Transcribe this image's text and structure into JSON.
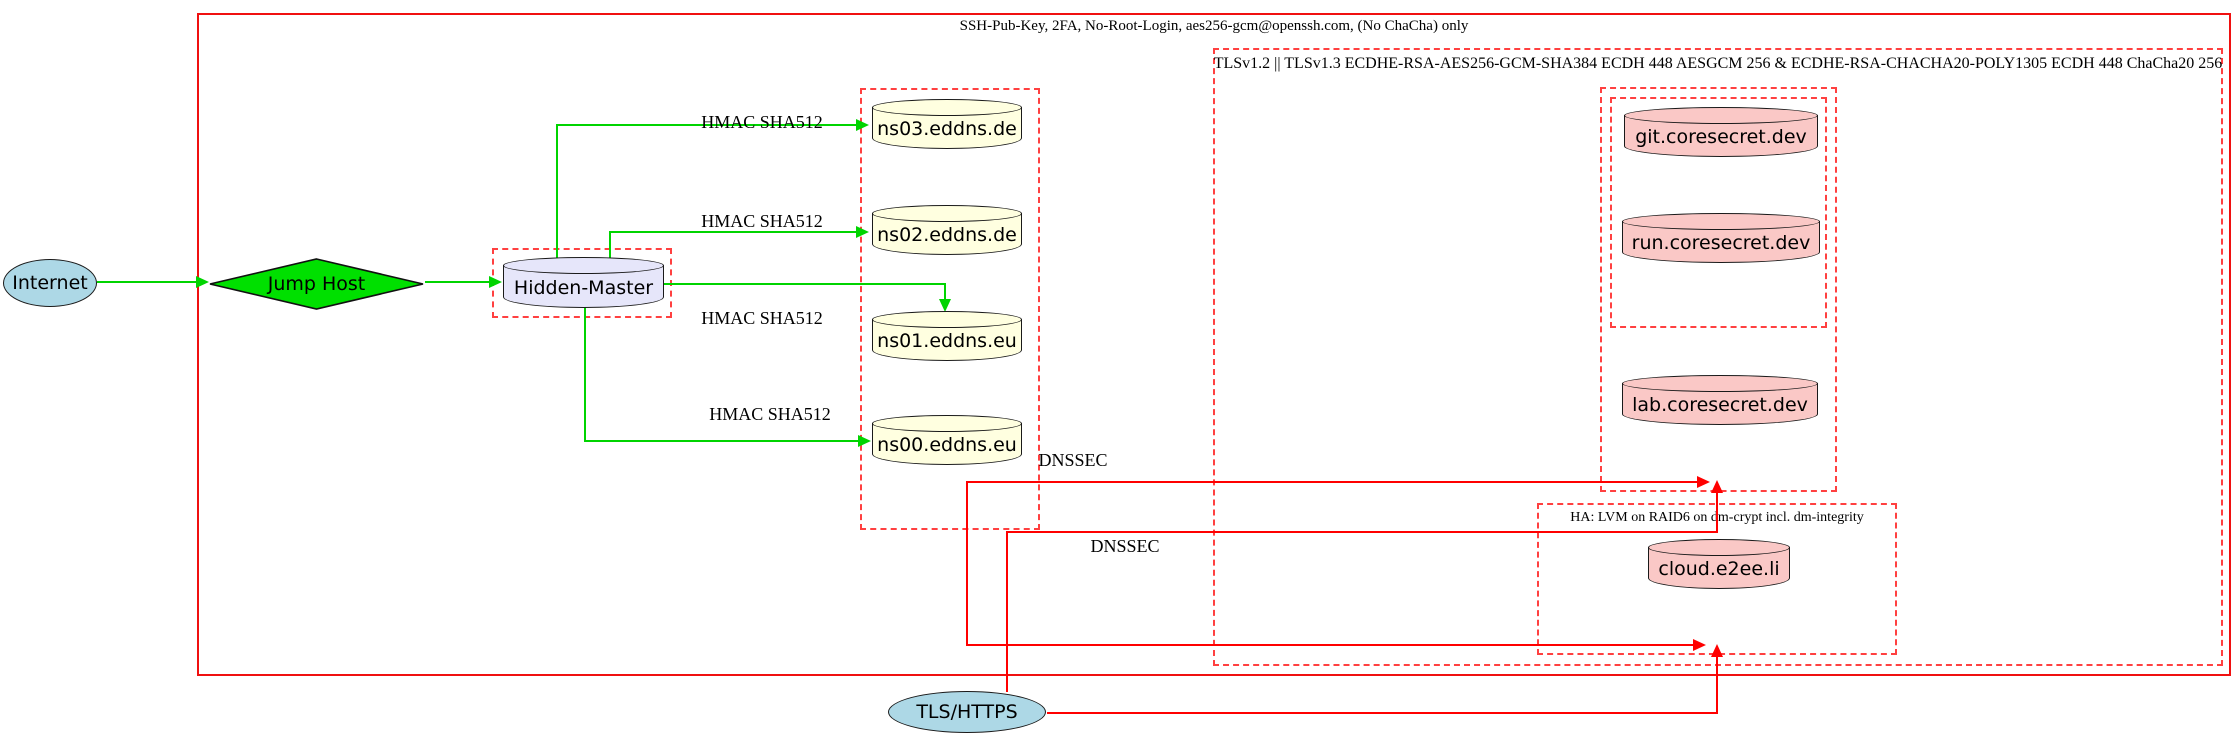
{
  "clusters": {
    "ssh": {
      "label": "SSH-Pub-Key, 2FA, No-Root-Login, aes256-gcm@openssh.com, (No ChaCha) only",
      "border_color": "#ff0000",
      "style": "solid"
    },
    "tls": {
      "label": "TLSv1.2 || TLSv1.3 ECDHE-RSA-AES256-GCM-SHA384 ECDH 448 AESGCM 256 & ECDHE-RSA-CHACHA20-POLY1305 ECDH 448 ChaCha20 256",
      "border_color": "#ff0000",
      "style": "dashed"
    },
    "dns": {
      "label": "",
      "border_color": "#ff0000",
      "style": "dashed"
    },
    "coresecret_outer": {
      "label": "",
      "border_color": "#ff0000",
      "style": "dashed"
    },
    "coresecret_inner": {
      "label": "",
      "border_color": "#ff0000",
      "style": "dashed"
    },
    "hidden_master_box": {
      "label": "",
      "border_color": "#ff0000",
      "style": "dashed"
    },
    "ha": {
      "label": "HA: LVM on RAID6 on dm-crypt incl. dm-integrity",
      "border_color": "#ff0000",
      "style": "dashed"
    }
  },
  "nodes": {
    "internet": {
      "label": "Internet",
      "shape": "ellipse",
      "fill": "#add8e6"
    },
    "jump_host": {
      "label": "Jump Host",
      "shape": "diamond",
      "fill": "#00e000"
    },
    "hidden_master": {
      "label": "Hidden-Master",
      "shape": "cylinder",
      "fill": "#e6e6fa"
    },
    "ns03": {
      "label": "ns03.eddns.de",
      "shape": "cylinder",
      "fill": "#ffffe0"
    },
    "ns02": {
      "label": "ns02.eddns.de",
      "shape": "cylinder",
      "fill": "#ffffe0"
    },
    "ns01": {
      "label": "ns01.eddns.eu",
      "shape": "cylinder",
      "fill": "#ffffe0"
    },
    "ns00": {
      "label": "ns00.eddns.eu",
      "shape": "cylinder",
      "fill": "#ffffe0"
    },
    "git": {
      "label": "git.coresecret.dev",
      "shape": "cylinder",
      "fill": "#fac8c6"
    },
    "run": {
      "label": "run.coresecret.dev",
      "shape": "cylinder",
      "fill": "#fac8c6"
    },
    "lab": {
      "label": "lab.coresecret.dev",
      "shape": "cylinder",
      "fill": "#fac8c6"
    },
    "cloud": {
      "label": "cloud.e2ee.li",
      "shape": "cylinder",
      "fill": "#fac8c6"
    },
    "tls_https": {
      "label": "TLS/HTTPS",
      "shape": "ellipse",
      "fill": "#add8e6"
    }
  },
  "edges": {
    "hmac_ns03": {
      "label": "HMAC SHA512",
      "color": "#00d400"
    },
    "hmac_ns02": {
      "label": "HMAC SHA512",
      "color": "#00d400"
    },
    "hmac_ns01": {
      "label": "HMAC SHA512",
      "color": "#00d400"
    },
    "hmac_ns00": {
      "label": "HMAC SHA512",
      "color": "#00d400"
    },
    "dnssec_coresecret": {
      "label": "DNSSEC",
      "color": "#ff0000"
    },
    "dnssec_ha": {
      "label": "DNSSEC",
      "color": "#ff0000"
    },
    "tls_to_coresecret": {
      "label": "",
      "color": "#ff0000"
    },
    "tls_to_ha": {
      "label": "",
      "color": "#ff0000"
    },
    "internet_to_jump": {
      "label": "",
      "color": "#00d400"
    },
    "jump_to_master": {
      "label": "",
      "color": "#00d400"
    }
  },
  "colors": {
    "background": "#ffffff",
    "cluster_border": "#ff0000",
    "edge_green": "#00d400",
    "edge_red": "#ff0000",
    "node_border": "#000000",
    "text": "#000000"
  }
}
